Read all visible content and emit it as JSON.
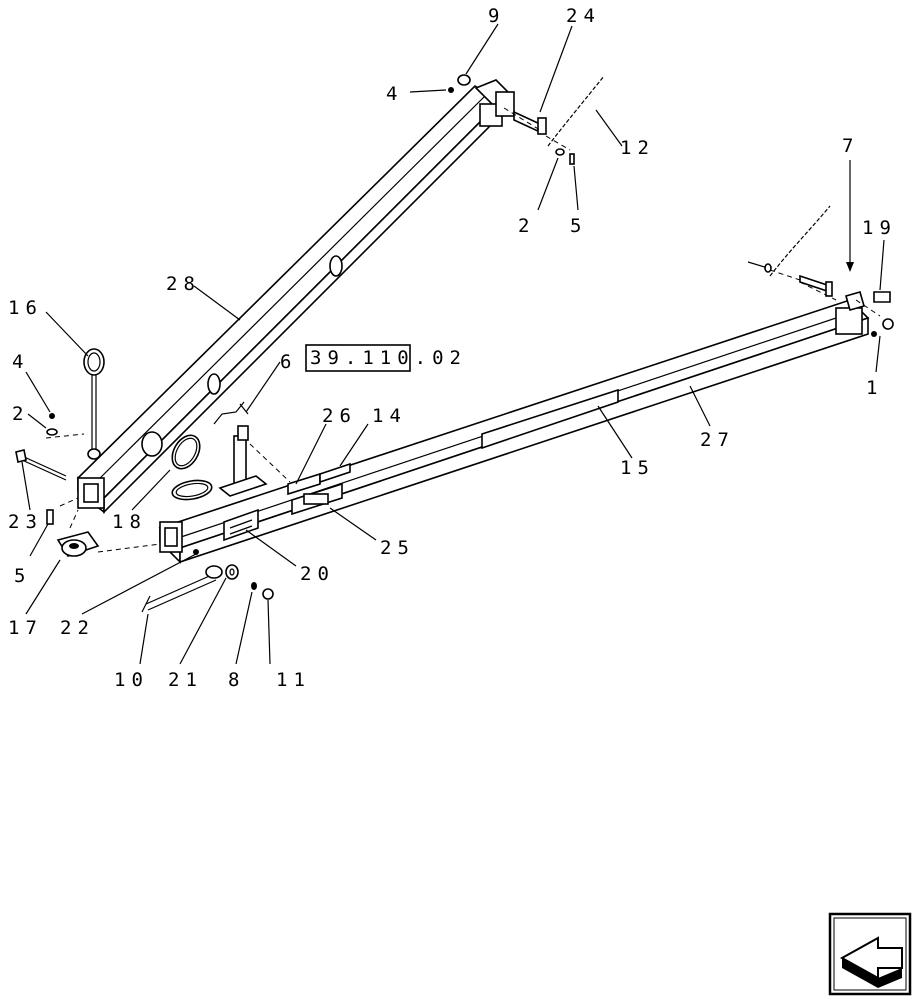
{
  "callouts": {
    "c1": "1",
    "c2a": "2",
    "c2b": "2",
    "c4a": "4",
    "c4b": "4",
    "c5a": "5",
    "c5b": "5",
    "c6": "6",
    "c7": "7",
    "c8": "8",
    "c9": "9",
    "c10": "10",
    "c11": "11",
    "c12": "12",
    "c14": "14",
    "c15": "15",
    "c16": "16",
    "c17": "17",
    "c18": "18",
    "c19": "19",
    "c20": "20",
    "c21": "21",
    "c22": "22",
    "c23": "23",
    "c24": "24",
    "c25": "25",
    "c26": "26",
    "c27": "27",
    "c28": "28"
  },
  "reference": "39.110.02",
  "nav_icon": "previous-page-arrow-icon"
}
